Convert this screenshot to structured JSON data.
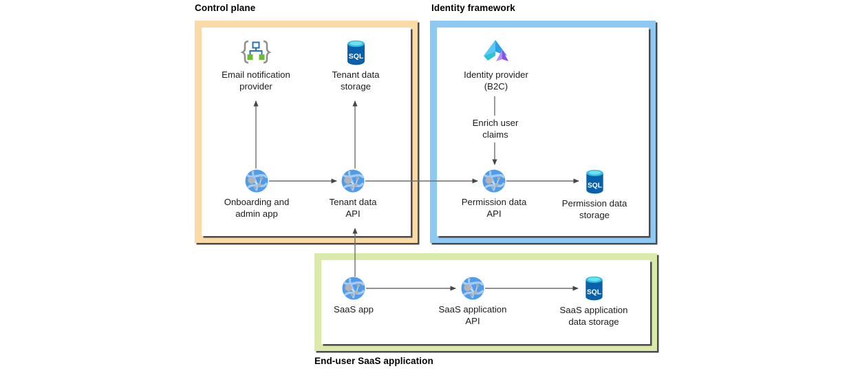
{
  "titles": {
    "control_plane": "Control plane",
    "identity_framework": "Identity framework",
    "end_user_saas": "End-user SaaS application"
  },
  "nodes": {
    "email_notification_provider": {
      "line1": "Email notification",
      "line2": "provider"
    },
    "tenant_data_storage": {
      "line1": "Tenant data",
      "line2": "storage"
    },
    "onboarding_admin_app": {
      "line1": "Onboarding and",
      "line2": "admin app"
    },
    "tenant_data_api": {
      "line1": "Tenant data",
      "line2": "API"
    },
    "identity_provider": {
      "line1": "Identity provider",
      "line2": "(B2C)"
    },
    "permission_data_api": {
      "line1": "Permission data",
      "line2": "API"
    },
    "permission_data_storage": {
      "line1": "Permission data",
      "line2": "storage"
    },
    "saas_app": {
      "line1": "SaaS app"
    },
    "saas_application_api": {
      "line1": "SaaS application",
      "line2": "API"
    },
    "saas_application_data_storage": {
      "line1": "SaaS application",
      "line2": "data storage"
    }
  },
  "annotations": {
    "enrich_user_claims": {
      "line1": "Enrich user",
      "line2": "claims"
    }
  },
  "icons": {
    "sql_text": "SQL",
    "app_icon": "app-globe-icon",
    "storage_icon": "sql-database-icon",
    "email_icon": "braces-connector-icon",
    "identity_icon": "aad-b2c-icon"
  },
  "colors": {
    "control_plane_frame": "#FCDAA8",
    "identity_frame": "#8DC9F2",
    "saas_frame": "#DAEAA8",
    "box_shadow": "#4A4A4A",
    "connector_line": "#6E6E6E",
    "arrowhead": "#474747",
    "label_text": "#1C1C1C",
    "globe_blue": "#4E9CEB",
    "sql_body_blue": "#0A61AB",
    "sql_top_cyan": "#33BEDC"
  }
}
